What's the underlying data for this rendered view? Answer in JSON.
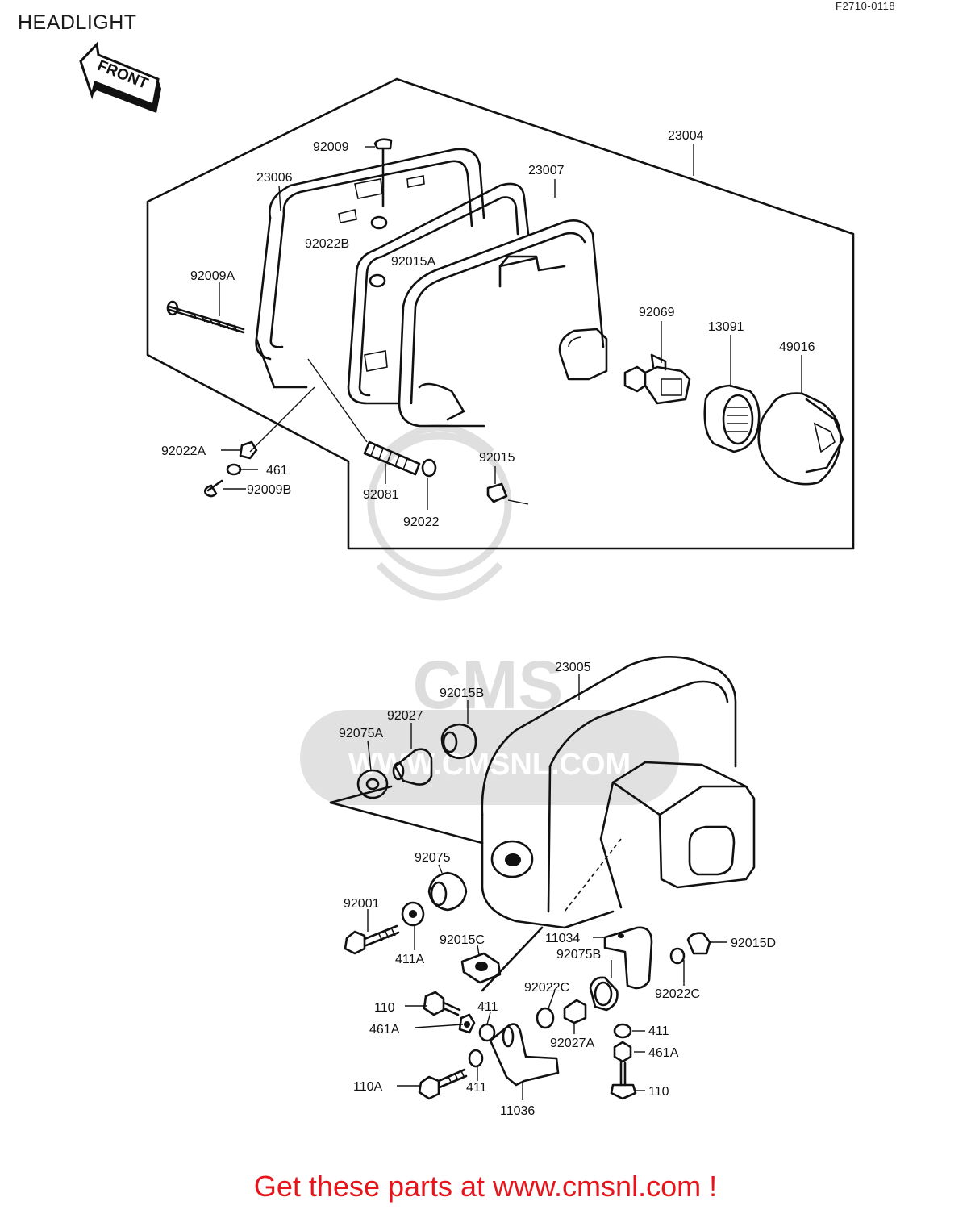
{
  "title": "HEADLIGHT",
  "figure_code": "F2710-0118",
  "front_arrow": "FRONT",
  "watermark": {
    "brand": "CMS",
    "url": "WWW.CMSNL.COM",
    "color": "#d9d9d9"
  },
  "promo": {
    "text": "Get these parts at www.cmsnl.com !",
    "color": "#e8141b"
  },
  "parts": {
    "p23004": "23004",
    "p23006": "23006",
    "p23007": "23007",
    "p92009": "92009",
    "p92022B": "92022B",
    "p92015A": "92015A",
    "p92009A": "92009A",
    "p92069": "92069",
    "p13091": "13091",
    "p49016": "49016",
    "p92022A": "92022A",
    "p461": "461",
    "p92009B": "92009B",
    "p92081": "92081",
    "p92022": "92022",
    "p92015": "92015",
    "p23005": "23005",
    "p92015B": "92015B",
    "p92027": "92027",
    "p92075A": "92075A",
    "p92075": "92075",
    "p92001": "92001",
    "p411A": "411A",
    "p92015C": "92015C",
    "p11034": "11034",
    "p92075B": "92075B",
    "p92015D": "92015D",
    "p92022C_a": "92022C",
    "p92022C_b": "92022C",
    "p110_a": "110",
    "p461A_a": "461A",
    "p411_a": "411",
    "p92027A": "92027A",
    "p411_b": "411",
    "p461A_b": "461A",
    "p110A": "110A",
    "p411_c": "411",
    "p11036": "11036",
    "p110_b": "110"
  }
}
